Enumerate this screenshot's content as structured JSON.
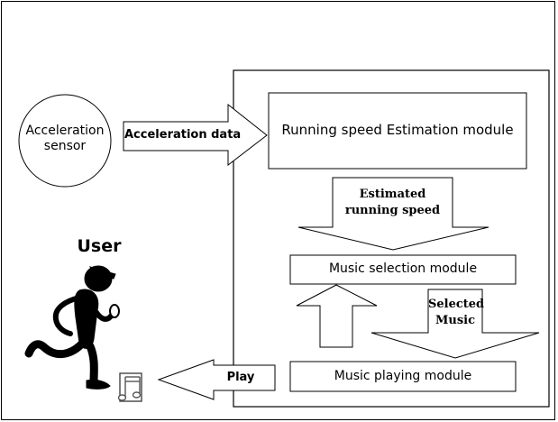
{
  "nodes": {
    "sensor": "Acceleration\nsensor",
    "speed_module": "Running speed  Estimation module",
    "selection_module": "Music selection module",
    "playing_module": "Music playing module",
    "user": "User"
  },
  "arrows": {
    "acceleration_data": "Acceleration data",
    "estimated_speed": "Estimated\nrunning speed",
    "selected_music": "Selected\nMusic",
    "play": "Play"
  },
  "icons": {
    "runner": "running-person-icon",
    "music": "music-note-icon"
  }
}
